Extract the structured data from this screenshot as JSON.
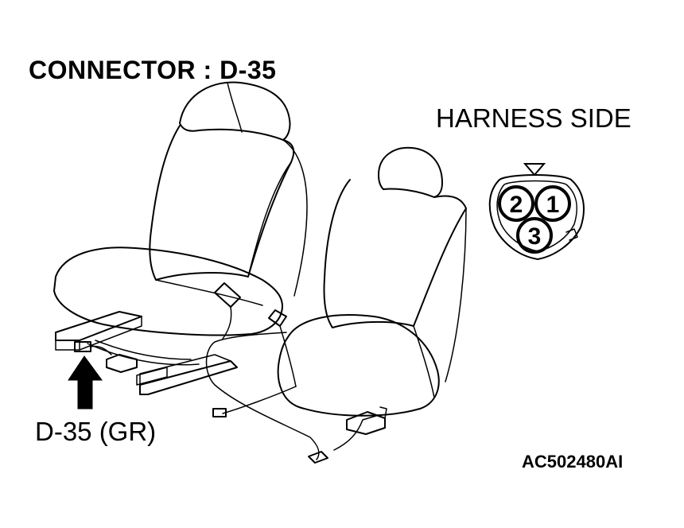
{
  "header": {
    "title": "CONNECTOR : D-35"
  },
  "connector_view": {
    "label": "HARNESS SIDE",
    "pins": [
      "2",
      "1",
      "3"
    ]
  },
  "callout": {
    "connector_label": "D-35 (GR)"
  },
  "footer": {
    "figure_code": "AC502480AI"
  },
  "colors": {
    "line": "#000000",
    "background": "#ffffff"
  }
}
